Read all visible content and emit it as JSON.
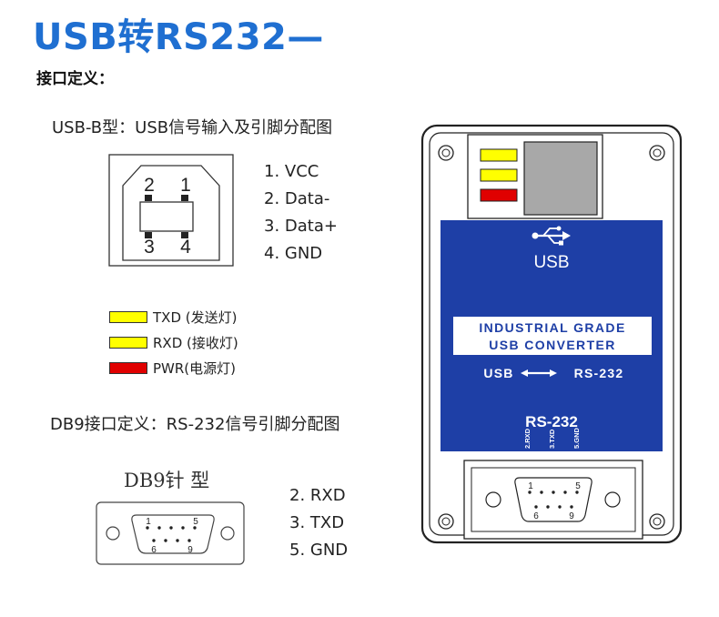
{
  "title": "USB转RS232—",
  "subtitle": "接口定义：",
  "usb_section": {
    "heading": "USB-B型：USB信号输入及引脚分配图",
    "connector_pin_numbers": [
      "2",
      "1",
      "3",
      "4"
    ],
    "pins": [
      "1. VCC",
      "2. Data-",
      "3. Data+",
      "4. GND"
    ]
  },
  "legend": [
    {
      "label": "TXD (发送灯)",
      "color": "#ffff00"
    },
    {
      "label": "RXD (接收灯)",
      "color": "#ffff00"
    },
    {
      "label": "PWR(电源灯)",
      "color": "#e00000"
    }
  ],
  "db9_section": {
    "heading": "DB9接口定义：RS-232信号引脚分配图",
    "type_label": "DB9针 型",
    "connector_pin_numbers": [
      "1",
      "5",
      "6",
      "9"
    ],
    "pins": [
      "2. RXD",
      "3. TXD",
      "5. GND"
    ]
  },
  "device": {
    "usb_label": "USB",
    "badge_line1": "INDUSTRIAL GRADE",
    "badge_line2": "USB CONVERTER",
    "conversion_left": "USB",
    "conversion_right": "RS-232",
    "port_label": "RS-232",
    "pin_labels": [
      "2.RXD",
      "3.TXD",
      "5.GND"
    ],
    "connector_pin_numbers": [
      "1",
      "5",
      "6",
      "9"
    ],
    "led_colors": [
      "#ffff00",
      "#ffff00",
      "#e00000"
    ],
    "panel_color": "#1e3fa6"
  }
}
